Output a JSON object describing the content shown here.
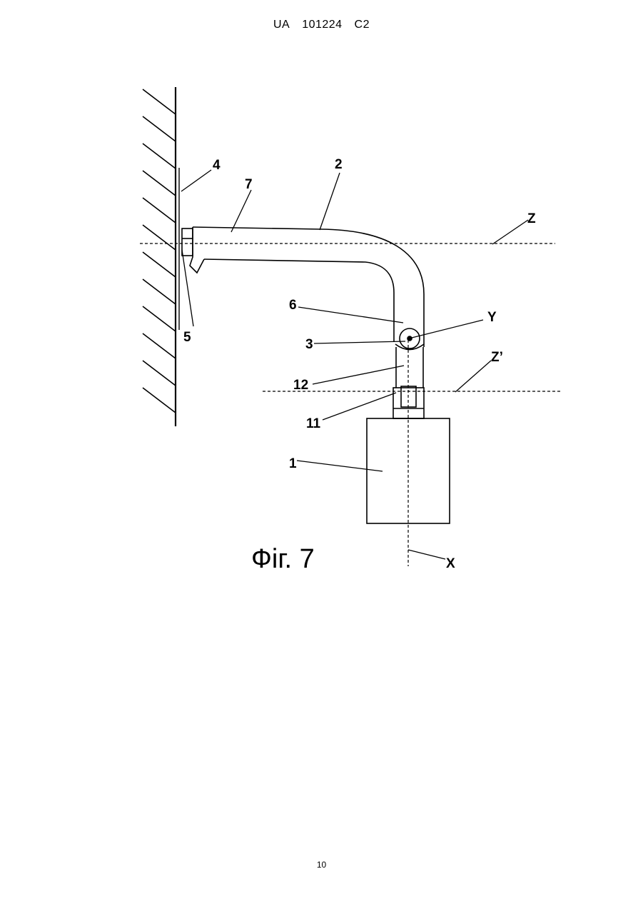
{
  "header": {
    "country": "UA",
    "number": "101224",
    "kind": "C2"
  },
  "figure": {
    "caption": "Фіг. 7",
    "labels": {
      "l1": "1",
      "l2": "2",
      "l3": "3",
      "l4": "4",
      "l5": "5",
      "l6": "6",
      "l7": "7",
      "l11": "11",
      "l12": "12",
      "axis_z": "Z",
      "axis_z_prime": "Z’",
      "axis_y": "Y",
      "axis_x": "X"
    }
  },
  "footer": {
    "page_number": "10"
  }
}
